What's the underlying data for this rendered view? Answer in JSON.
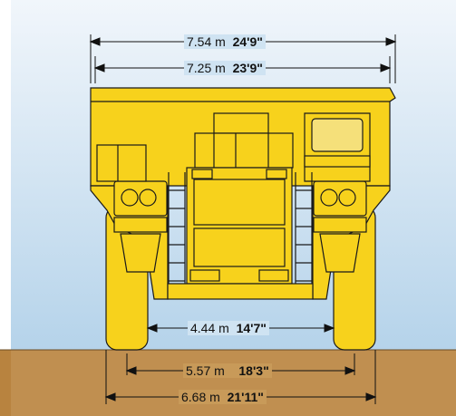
{
  "colors": {
    "sky_top": "#eef4fa",
    "sky_bottom": "#b8d5ec",
    "ground": "#c08f50",
    "truck_yellow": "#f7d21c",
    "truck_outline": "#1a1a1a"
  },
  "dimensions": {
    "overall_width_canopy": {
      "metric": "7.54 m",
      "imperial": "24'9\""
    },
    "body_width": {
      "metric": "7.25 m",
      "imperial": "23'9\""
    },
    "inner_tire_clearance": {
      "metric": "4.44 m",
      "imperial": "14'7\""
    },
    "tire_center_width": {
      "metric": "5.57 m",
      "imperial": "18'3\""
    },
    "overall_tire_width": {
      "metric": "6.68 m",
      "imperial": "21'11\""
    }
  }
}
